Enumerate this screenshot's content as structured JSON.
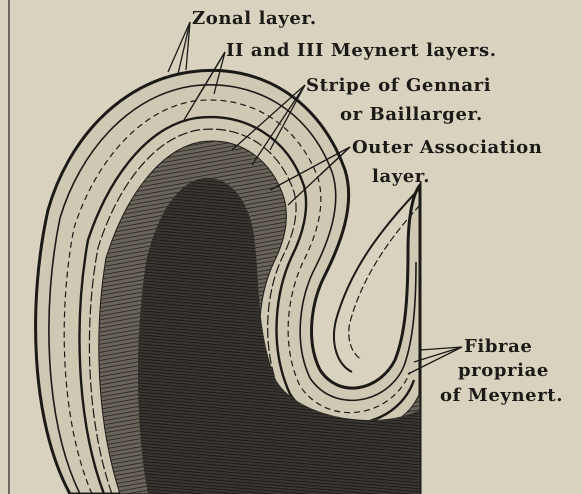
{
  "diagram": {
    "labels": {
      "zonal": "Zonal layer.",
      "meynert": "II and III Meynert layers.",
      "gennari_1": "Stripe of Gennari",
      "gennari_2": "or Baillarger.",
      "outer_assoc_1": "Outer Association",
      "outer_assoc_2": "layer.",
      "fibrae_1": "Fibrae",
      "fibrae_2": "propriae",
      "fibrae_3": "of Meynert."
    },
    "colors": {
      "paper": "#d8d2bf",
      "ink": "#1b1a17",
      "dark_fill": "#2b2825"
    }
  }
}
